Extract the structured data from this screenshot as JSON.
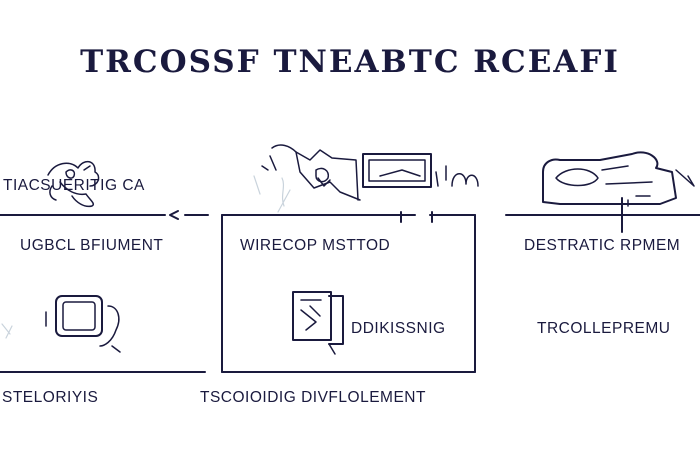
{
  "title": "TRCOSSF TNEABTC RCEAFI",
  "labels": {
    "top_left": "TIACSUERITIG CA",
    "mid_left": "UGBCL BFIUMENT",
    "mid_center": "WIRECOP MSTTOD",
    "mid_right": "DESTRATIC RPMEM",
    "center_inner": "DDIKISSNIG",
    "right_lower": "TRCOLLEPREMU",
    "bottom_left": "STELORIYIS",
    "bottom_center": "TSCOIOIDIG DIVFLOLEMENT"
  },
  "icons": {
    "top_left": "scribble-cluster-icon",
    "top_center": "map-flowchart-icon",
    "top_center_box": "whiteboard-icon",
    "top_right": "cloud-box-icon",
    "left_lower": "monitor-device-icon",
    "center_lower": "document-icon"
  },
  "colors": {
    "ink": "#1a1a3e",
    "background": "#ffffff"
  }
}
